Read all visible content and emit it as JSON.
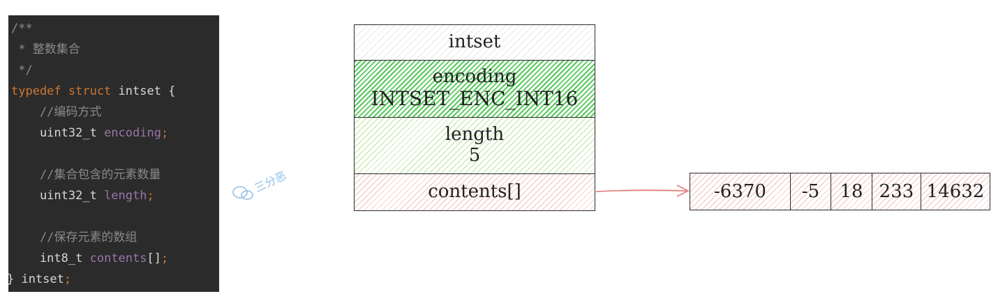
{
  "code": {
    "lines": [
      [
        {
          "t": "/**",
          "c": "comment"
        }
      ],
      [
        {
          "t": " * 整数集合",
          "c": "comment"
        }
      ],
      [
        {
          "t": " */",
          "c": "comment"
        }
      ],
      [
        {
          "t": "typedef struct ",
          "c": "keyword"
        },
        {
          "t": "intset {",
          "c": "plain"
        }
      ],
      [
        {
          "t": "    //编码方式",
          "c": "comment"
        }
      ],
      [
        {
          "t": "    uint32_t ",
          "c": "plain"
        },
        {
          "t": "encoding",
          "c": "field"
        },
        {
          "t": ";",
          "c": "keyword"
        }
      ],
      [
        {
          "t": "",
          "c": "plain"
        }
      ],
      [
        {
          "t": "    //集合包含的元素数量",
          "c": "comment"
        }
      ],
      [
        {
          "t": "    uint32_t ",
          "c": "plain"
        },
        {
          "t": "length",
          "c": "field"
        },
        {
          "t": ";",
          "c": "keyword"
        }
      ],
      [
        {
          "t": "",
          "c": "plain"
        }
      ],
      [
        {
          "t": "    //保存元素的数组",
          "c": "comment"
        }
      ],
      [
        {
          "t": "    int8_t ",
          "c": "plain"
        },
        {
          "t": "contents",
          "c": "field"
        },
        {
          "t": "[]",
          "c": "plain"
        },
        {
          "t": ";",
          "c": "keyword"
        }
      ],
      [
        {
          "t": "} intset",
          "c": "plain"
        },
        {
          "t": ";",
          "c": "keyword"
        }
      ]
    ]
  },
  "watermark": {
    "text": "三分恶",
    "color": "#8fbfe8"
  },
  "struct": {
    "title": "intset",
    "encoding_label": "encoding",
    "encoding_value": "INTSET_ENC_INT16",
    "length_label": "length",
    "length_value": "5",
    "contents_label": "contents[]"
  },
  "array": {
    "values": [
      "-6370",
      "-5",
      "18",
      "233",
      "14632"
    ]
  },
  "colors": {
    "arrow": "#e58080",
    "code_bg": "#2b2b2b",
    "comment": "#8a8a8a",
    "keyword": "#cc7832",
    "field": "#9876aa"
  }
}
